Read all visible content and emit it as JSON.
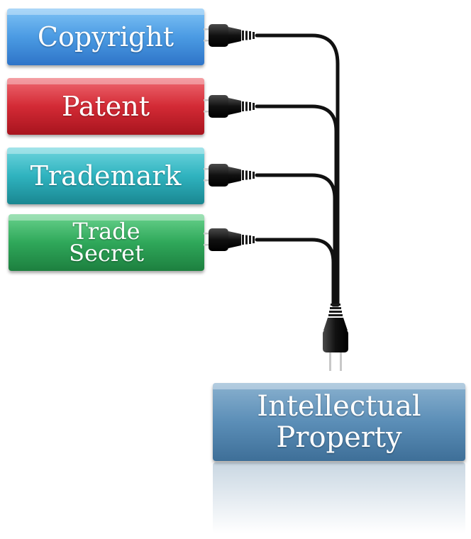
{
  "diagram": {
    "sources": [
      {
        "id": "copyright",
        "lines": [
          "Copyright"
        ],
        "color": "#4b9be3"
      },
      {
        "id": "patent",
        "lines": [
          "Patent"
        ],
        "color": "#d32a35"
      },
      {
        "id": "trademark",
        "lines": [
          "Trademark"
        ],
        "color": "#2fb3bf"
      },
      {
        "id": "trade_secret",
        "lines": [
          "Trade",
          "Secret"
        ],
        "color": "#2fa85a"
      }
    ],
    "target": {
      "lines": [
        "Intellectual",
        "Property"
      ],
      "color": "#5b8eb7"
    },
    "connector_icon": "power-plug-icon",
    "cable_color": "#111111"
  }
}
